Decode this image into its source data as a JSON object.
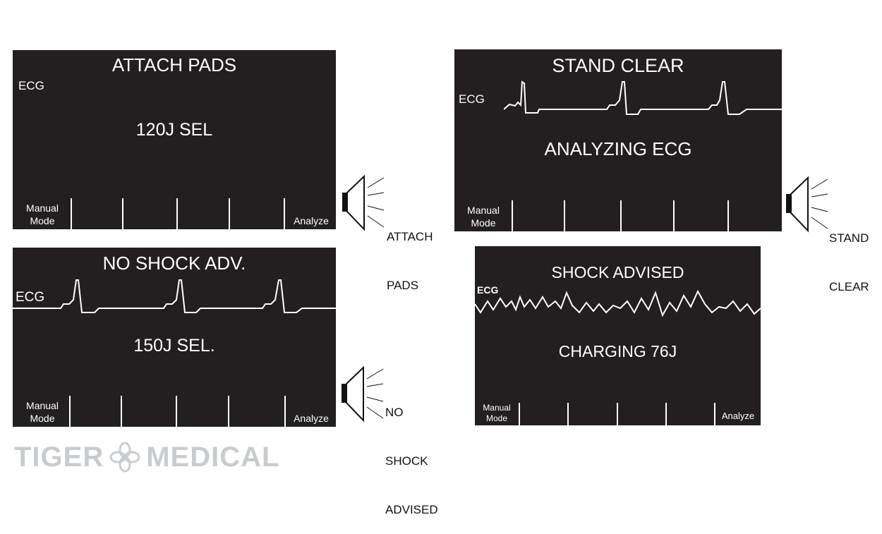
{
  "panels": [
    {
      "title": "ATTACH PADS",
      "ecg_label": "ECG",
      "message": "120J SEL",
      "left_key": [
        "Manual",
        "Mode"
      ],
      "right_key": "Analyze",
      "rhythm": "none",
      "voice_prompt": [
        "ATTACH",
        "PADS"
      ]
    },
    {
      "title": "STAND CLEAR",
      "ecg_label": "ECG",
      "message": "ANALYZING ECG",
      "left_key": [
        "Manual",
        "Mode"
      ],
      "right_key": "",
      "rhythm": "sinus",
      "voice_prompt": [
        "STAND",
        "CLEAR"
      ]
    },
    {
      "title": "NO SHOCK ADV.",
      "ecg_label": "ECG",
      "message": "150J SEL.",
      "left_key": [
        "Manual",
        "Mode"
      ],
      "right_key": "Analyze",
      "rhythm": "sinus",
      "voice_prompt": [
        "NO",
        "SHOCK",
        "ADVISED"
      ]
    },
    {
      "title": "SHOCK ADVISED",
      "ecg_label": "ECG",
      "message": "CHARGING 76J",
      "left_key": [
        "Manual",
        "Mode"
      ],
      "right_key": "Analyze",
      "rhythm": "fibrillation",
      "voice_prompt": []
    }
  ],
  "brand": {
    "left": "TIGER",
    "right": "MEDICAL",
    "logo_icon": "flower-logo-icon",
    "color": "#c9ccce"
  },
  "colors": {
    "screen_bg": "#231f20",
    "screen_fg": "#ffffff"
  }
}
